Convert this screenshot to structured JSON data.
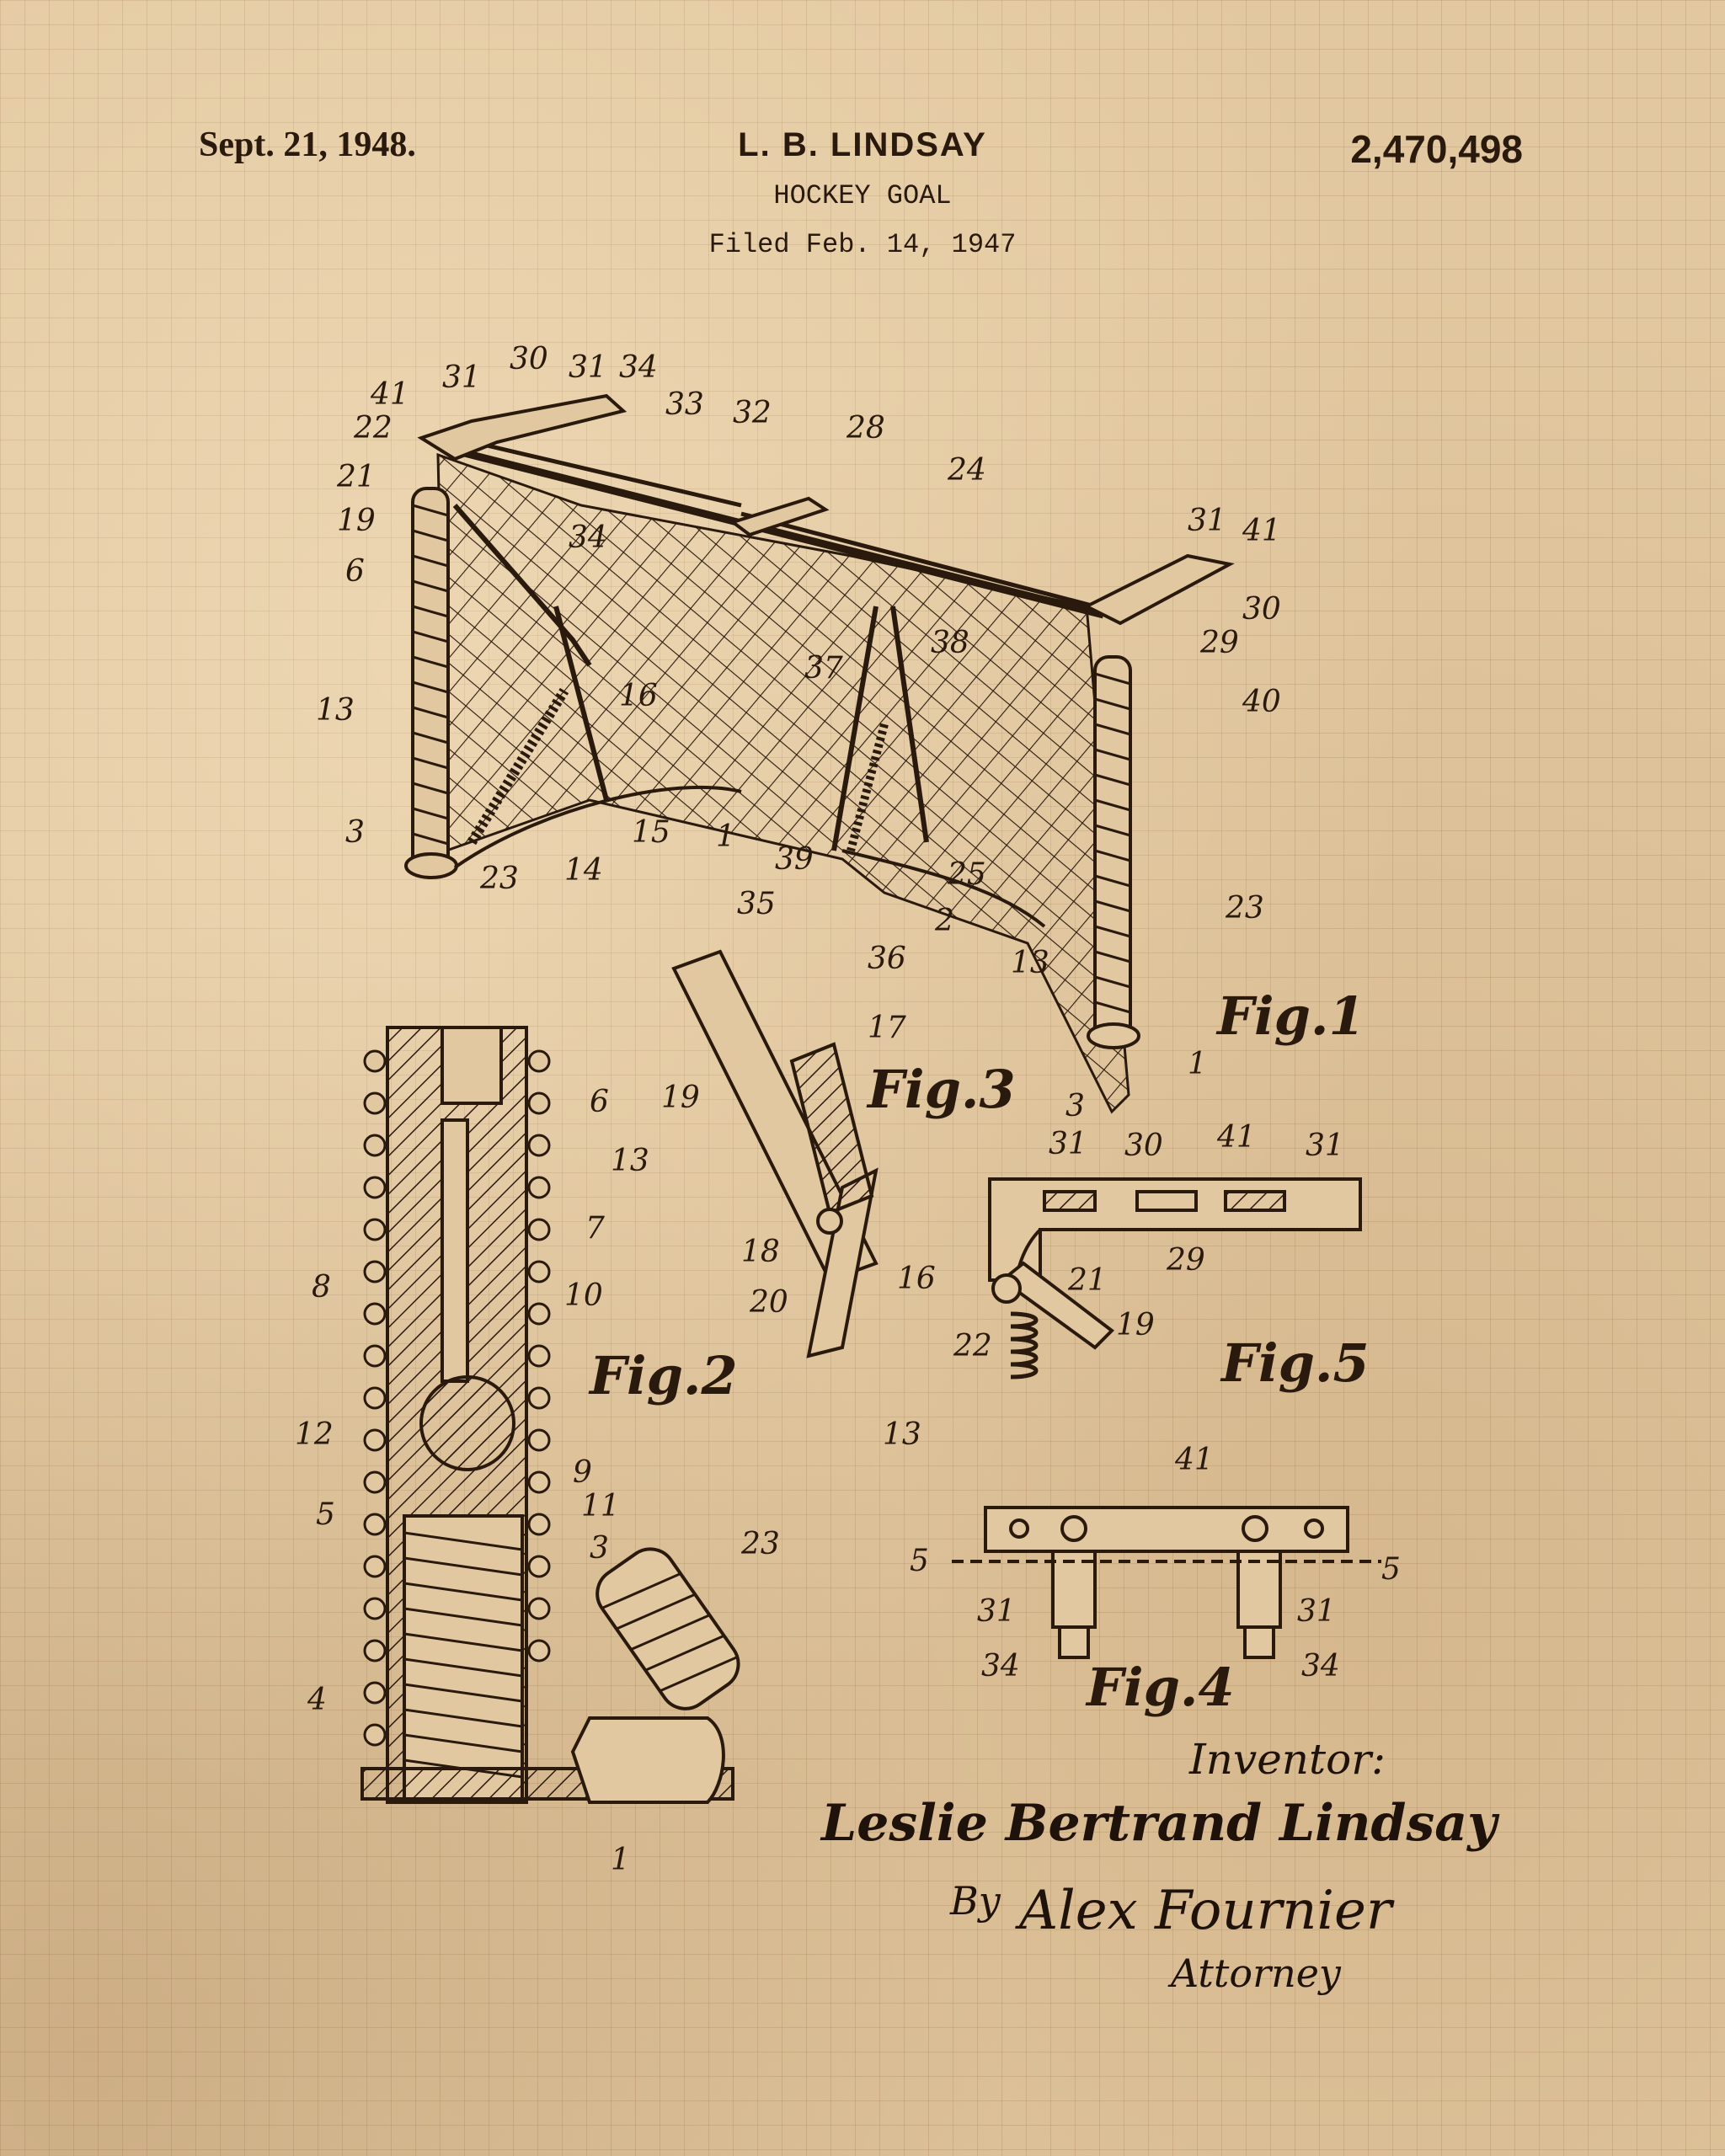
{
  "header": {
    "date": "Sept. 21, 1948.",
    "inventor": "L. B. LINDSAY",
    "patent_number": "2,470,498",
    "title": "HOCKEY GOAL",
    "filed": "Filed Feb. 14, 1947"
  },
  "figures": {
    "fig1": "Fig.1",
    "fig2": "Fig.2",
    "fig3": "Fig.3",
    "fig4": "Fig.4",
    "fig5": "Fig.5"
  },
  "signature": {
    "inventor_label": "Inventor:",
    "inventor_name": "Leslie Bertrand Lindsay",
    "by": "By",
    "attorney_name": "Alex Fournier",
    "attorney_label": "Attorney"
  },
  "reference_numerals": {
    "n1": "1",
    "n2": "2",
    "n3": "3",
    "n4": "4",
    "n5": "5",
    "n6": "6",
    "n7": "7",
    "n8": "8",
    "n9": "9",
    "n10": "10",
    "n11": "11",
    "n12": "12",
    "n13": "13",
    "n14": "14",
    "n15": "15",
    "n16": "16",
    "n17": "17",
    "n18": "18",
    "n19": "19",
    "n20": "20",
    "n21": "21",
    "n22": "22",
    "n23": "23",
    "n24": "24",
    "n25": "25",
    "n28": "28",
    "n29": "29",
    "n30": "30",
    "n31": "31",
    "n32": "32",
    "n33": "33",
    "n34": "34",
    "n35": "35",
    "n36": "36",
    "n37": "37",
    "n38": "38",
    "n39": "39",
    "n40": "40",
    "n41": "41"
  },
  "colors": {
    "paper": "#e2c8a0",
    "ink": "#2a1a0e",
    "grid": "#96704a"
  }
}
